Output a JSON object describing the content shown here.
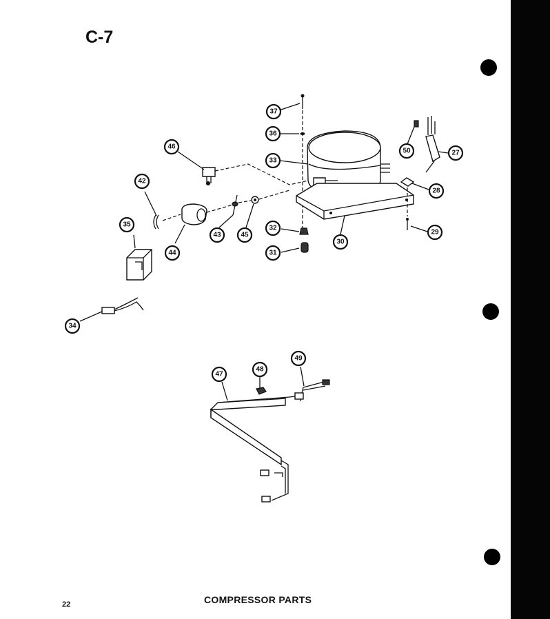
{
  "page_code": "C-7",
  "page_number": "22",
  "title": "COMPRESSOR PARTS",
  "callouts": {
    "c37": "37",
    "c36": "36",
    "c33": "33",
    "c46": "46",
    "c42": "42",
    "c35": "35",
    "c44": "44",
    "c43": "43",
    "c45": "45",
    "c32": "32",
    "c31": "31",
    "c30": "30",
    "c50": "50",
    "c27": "27",
    "c28": "28",
    "c29": "29",
    "c34": "34",
    "c47": "47",
    "c48": "48",
    "c49": "49"
  }
}
